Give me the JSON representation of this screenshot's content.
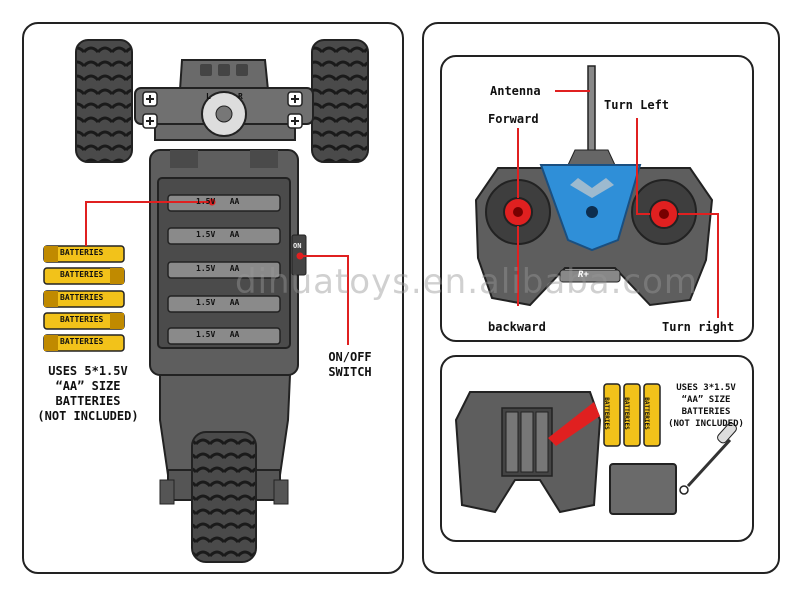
{
  "left_panel": {
    "battery_caption": [
      "USES 5*1.5V",
      "“AA” SIZE",
      "BATTERIES",
      "(NOT INCLUDED)"
    ],
    "switch_label": [
      "ON/OFF",
      "SWITCH"
    ],
    "switch_mark": "ON",
    "cell_label": "1.5V   AA",
    "battery_brand": "BATTERIES",
    "steer_letters": [
      "L",
      "R"
    ]
  },
  "right_top_panel": {
    "antenna": "Antenna",
    "turn_left": "Turn Left",
    "forward": "Forward",
    "backward": "backward",
    "turn_right": "Turn right",
    "remote_badge": "R+"
  },
  "right_bottom_panel": {
    "battery_caption": [
      "USES 3*1.5V",
      "“AA” SIZE",
      "BATTERIES",
      "(NOT INCLUDED)"
    ],
    "battery_brand": "BATTERIES"
  },
  "watermark": "dihuatoys.en.alibaba.com",
  "colors": {
    "callout_red": "#e02020",
    "body_gray": "#5e5e5e",
    "remote_blue": "#2f8fd8",
    "battery_gold": "#f2c21a"
  }
}
